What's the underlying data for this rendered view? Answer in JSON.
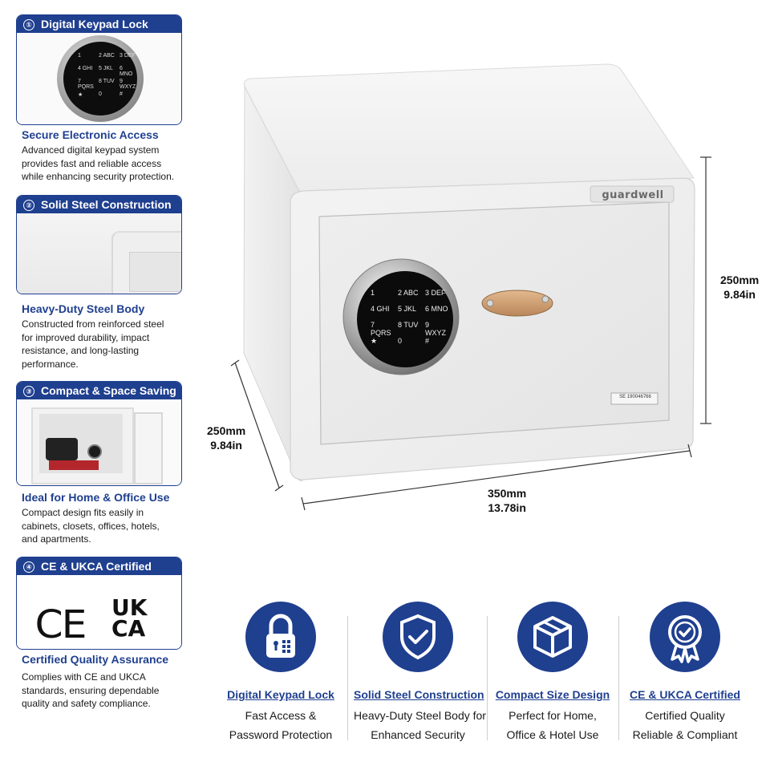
{
  "brand": {
    "name": "guardwell",
    "serial": "SE 190046766",
    "primary_color": "#1f3f8f"
  },
  "features": [
    {
      "number": "①",
      "header": "Digital Keypad Lock",
      "title": "Secure Electronic Access",
      "desc": [
        "Advanced digital keypad system",
        "provides fast and reliable access",
        "while enhancing security protection."
      ]
    },
    {
      "number": "②",
      "header": "Solid Steel Construction",
      "title": "Heavy-Duty Steel Body",
      "desc": [
        "Constructed from reinforced steel",
        "for improved durability, impact",
        "resistance, and long-lasting",
        "performance."
      ]
    },
    {
      "number": "③",
      "header": "Compact & Space Saving",
      "title": "Ideal for Home & Office Use",
      "desc": [
        "Compact design fits easily in",
        "cabinets, closets, offices, hotels,",
        "and apartments."
      ]
    },
    {
      "number": "④",
      "header": "CE & UKCA Certified",
      "title": "Certified Quality Assurance",
      "desc": [
        "Complies with CE and UKCA",
        "standards, ensuring dependable",
        "quality and safety compliance."
      ]
    }
  ],
  "marks": {
    "ce": "CE",
    "ukca_top": "UK",
    "ukca_bottom": "CA"
  },
  "keypad": {
    "keys": [
      "1",
      "2 ABC",
      "3 DEF",
      "4 GHI",
      "5 JKL",
      "6 MNO",
      "7 PQRS",
      "8 TUV",
      "9 WXYZ",
      "★",
      "0",
      "#"
    ]
  },
  "dimensions": {
    "height": {
      "mm": "250mm",
      "in": "9.84in"
    },
    "depth": {
      "mm": "250mm",
      "in": "9.84in"
    },
    "width": {
      "mm": "350mm",
      "in": "13.78in"
    }
  },
  "badges": [
    {
      "icon": "lock-icon",
      "title": "Digital Keypad Lock",
      "line1": "Fast Access &",
      "line2": "Password Protection"
    },
    {
      "icon": "shield-check-icon",
      "title": "Solid Steel Construction",
      "line1": "Heavy-Duty Steel Body for",
      "line2": "Enhanced Security"
    },
    {
      "icon": "box-icon",
      "title": "Compact Size Design",
      "line1": "Perfect for Home,",
      "line2": "Office & Hotel Use"
    },
    {
      "icon": "certified-seal-icon",
      "title": "CE & UKCA Certified",
      "line1": "Certified Quality",
      "line2": "Reliable & Compliant"
    }
  ]
}
